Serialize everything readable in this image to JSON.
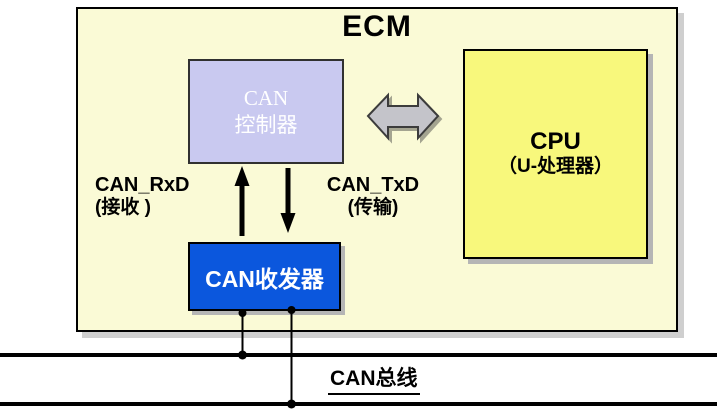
{
  "diagram": {
    "title": "ECM",
    "controller": {
      "line1": "CAN",
      "line2": "控制器"
    },
    "cpu": {
      "line1": "CPU",
      "line2": "（U-处理器）"
    },
    "transceiver": {
      "label": "CAN收发器"
    },
    "signal_rx": {
      "name": "CAN_RxD",
      "desc": "(接收 )"
    },
    "signal_tx": {
      "name": "CAN_TxD",
      "desc": "(传输)"
    },
    "bus_label": "CAN总线"
  },
  "colors": {
    "page_bg": "#FFFFFF",
    "ecm_bg": "#FAFAD6",
    "ecm_border": "#000000",
    "controller_bg": "#C9C9F0",
    "controller_border": "#303030",
    "controller_text": "#FFFFFF",
    "cpu_bg": "#F8F87C",
    "cpu_border": "#000000",
    "cpu_text": "#000000",
    "transceiver_bg": "#0B57DD",
    "transceiver_border": "#000000",
    "transceiver_text": "#FFFFFF",
    "arrow_fill": "#C4C4CA",
    "arrow_stroke": "#3C3C3C",
    "line_color": "#000000",
    "shadow": "#B5B5B5",
    "shadow_light": "#CFCFCF",
    "label_text": "#000000"
  }
}
